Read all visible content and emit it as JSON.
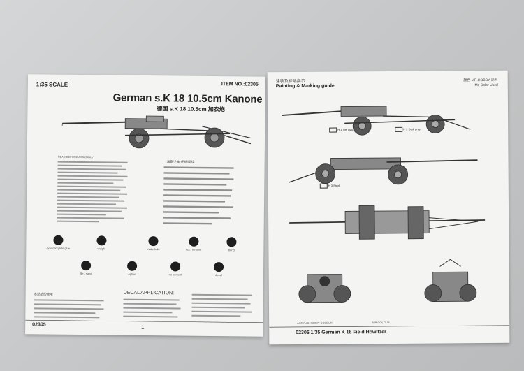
{
  "left_sheet": {
    "scale": "1:35 SCALE",
    "item_no": "ITEM NO.:02305",
    "title": "German s.K 18 10.5cm Kanone",
    "cn_title": "德国  s.K 18 10.5cm  加农炮",
    "read_before": "READ BEFORE ASSEMBLY",
    "cn_read_before": "装配之前仔细阅读",
    "tools": [
      {
        "label": "cyanoacrylate glue",
        "icon": "glue-icon"
      },
      {
        "label": "weight",
        "icon": "weight-icon"
      },
      {
        "label": "make hole",
        "icon": "drill-icon"
      },
      {
        "label": "cut / remove",
        "icon": "cut-icon"
      },
      {
        "label": "bend",
        "icon": "bend-icon"
      },
      {
        "label": "file / sand",
        "icon": "file-icon"
      },
      {
        "label": "option",
        "icon": "option-icon"
      },
      {
        "label": "no cement",
        "icon": "no-cement-icon"
      },
      {
        "label": "decal",
        "icon": "decal-icon"
      }
    ],
    "decal_heading": "DECAL APPLICATION:",
    "cn_decal": "水贴纸的使用",
    "code": "02305",
    "page": "1"
  },
  "right_sheet": {
    "cn_heading": "涂装及标贴指示",
    "heading": "Painting & Marking guide",
    "brand": "颜色  MR.HOBBY 涂料",
    "brand_en": "Mr. Color Used",
    "legend_1": "ACRYLIC HOBBY COLOUR",
    "legend_2": "MR.COLOUR",
    "footer": "02305  1/35 German K 18 Field Howitzer",
    "color_tags": [
      {
        "code": "H 1",
        "name": "Tire black"
      },
      {
        "code": "H 2",
        "name": "Dark grey"
      },
      {
        "code": "H 3",
        "name": "Steel"
      }
    ]
  },
  "colors": {
    "paper": "#f4f4f2",
    "table": "#c9cbcc",
    "ink": "#222222"
  }
}
